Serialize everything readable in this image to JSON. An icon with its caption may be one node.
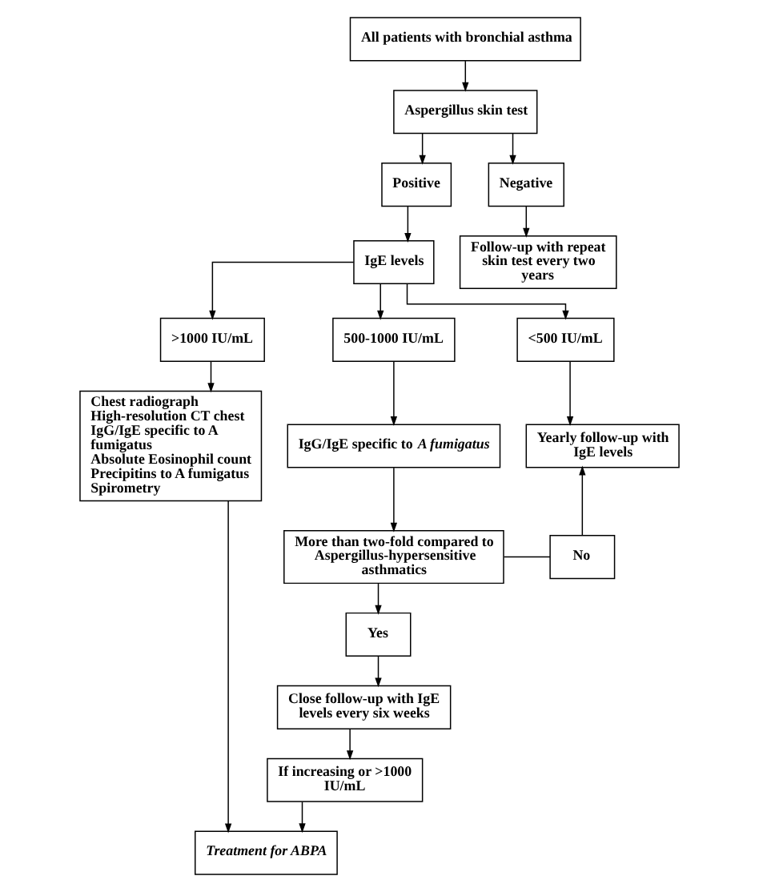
{
  "diagram": {
    "nodes": [
      {
        "text": [
          "All patients with bronchial asthma"
        ]
      },
      {
        "text": [
          "Aspergillus skin test"
        ]
      },
      {
        "text": [
          "Positive"
        ]
      },
      {
        "text": [
          "Negative"
        ]
      },
      {
        "text": [
          "Follow-up with repeat skin test every two years"
        ]
      },
      {
        "text": [
          "IgE levels"
        ]
      },
      {
        "text": [
          ">1000 IU/mL"
        ]
      },
      {
        "text": [
          "500-1000 IU/mL"
        ]
      },
      {
        "text": [
          "<500 IU/mL"
        ]
      },
      {
        "text": [
          "Chest radiograph",
          "High-resolution CT chest",
          "IgG/IgE specific to A fumigatus",
          "Absolute Eosinophil count",
          "Precipitins to A fumigatus",
          "Spirometry"
        ]
      },
      {
        "text": [
          "IgG/IgE specific to *A fumigatus*"
        ]
      },
      {
        "text": [
          "Yearly follow-up with IgE levels"
        ]
      },
      {
        "text": [
          "More than two-fold compared to Aspergillus-hypersensitive asthmatics"
        ]
      },
      {
        "text": [
          "No"
        ]
      },
      {
        "text": [
          "Yes"
        ]
      },
      {
        "text": [
          "Close follow-up with IgE levels every six weeks"
        ]
      },
      {
        "text": [
          "If increasing or >1000 IU/mL"
        ]
      },
      {
        "text": [
          "Treatment for ABPA"
        ]
      }
    ],
    "edges": [
      {
        "from": 0,
        "to": 1,
        "arrow": "to"
      },
      {
        "from": 1,
        "to": 2,
        "arrow": "to"
      },
      {
        "from": 1,
        "to": 3,
        "arrow": "to"
      },
      {
        "from": 2,
        "to": 5,
        "arrow": "to"
      },
      {
        "from": 3,
        "to": 4,
        "arrow": "to"
      },
      {
        "from": 5,
        "to": 6,
        "arrow": "to"
      },
      {
        "from": 5,
        "to": 7,
        "arrow": "to"
      },
      {
        "from": 5,
        "to": 8,
        "arrow": "to"
      },
      {
        "from": 6,
        "to": 9,
        "arrow": "to"
      },
      {
        "from": 7,
        "to": 10,
        "arrow": "to"
      },
      {
        "from": 8,
        "to": 11,
        "arrow": "to"
      },
      {
        "from": 10,
        "to": 12,
        "arrow": "to"
      },
      {
        "from": 12,
        "to": 13,
        "arrow": "none"
      },
      {
        "from": 13,
        "to": 11,
        "arrow": "to"
      },
      {
        "from": 12,
        "to": 14,
        "arrow": "to"
      },
      {
        "from": 14,
        "to": 15,
        "arrow": "to"
      },
      {
        "from": 15,
        "to": 16,
        "arrow": "to"
      },
      {
        "from": 16,
        "to": 17,
        "arrow": "to"
      },
      {
        "from": 9,
        "to": 17,
        "arrow": "to"
      }
    ]
  }
}
